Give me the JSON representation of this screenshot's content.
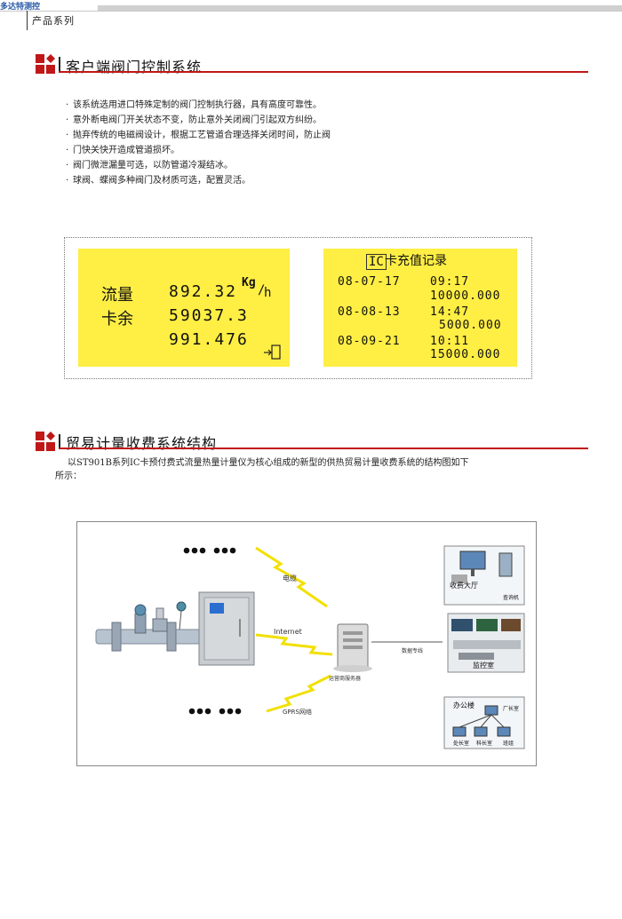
{
  "header": {
    "logo_text": "多达特测控",
    "category": "产品系列"
  },
  "section1": {
    "title": "客户端阀门控制系统",
    "bullets": [
      "该系统选用进口特殊定制的阀门控制执行器，具有高度可靠性。",
      "意外断电阀门开关状态不变，防止意外关闭阀门引起双方纠纷。",
      "抛弃传统的电磁阀设计，根据工艺管道合理选择关闭时间，防止阀",
      "门快关快开造成管道损坏。",
      "阀门微泄漏量可选，以防管道冷凝结冰。",
      "球阀、蝶阀多种阀门及材质可选，配置灵活。"
    ]
  },
  "display_left": {
    "row1_label": "流量",
    "row1_value": "892.32",
    "row1_unit_top": "Kg",
    "row1_unit_bottom": "h",
    "row2_label": "卡余",
    "row2_value": "59037.3",
    "row3_value": "991.476"
  },
  "display_right": {
    "title_prefix": "IC",
    "title_rest": "卡充值记录",
    "records": [
      {
        "date": "08-07-17",
        "time": "09:17",
        "amount": "10000.000"
      },
      {
        "date": "08-08-13",
        "time": "14:47",
        "amount": "5000.000"
      },
      {
        "date": "08-09-21",
        "time": "10:11",
        "amount": "15000.000"
      }
    ]
  },
  "section2": {
    "title": "贸易计量收费系统结构",
    "paragraph_line1": "以ST901B系列IC卡预付费式流量热量计量仪为核心组成的新型的供热贸易计量收费系统的结构图如下",
    "paragraph_line2": "所示："
  },
  "diagram": {
    "label_cable": "电缆",
    "label_internet": "Internet",
    "label_gprs": "GPRS网络",
    "label_server": "运营商服务器",
    "label_dataline": "数据专线",
    "label_fee_hall": "收费大厅",
    "label_kiosk": "查询机",
    "label_monitor": "监控室",
    "label_office": "办公楼",
    "label_director": "厂长室",
    "label_chief": "处长室",
    "label_dept": "科长室",
    "label_team": "班组",
    "dots": "●●●  ●●●"
  },
  "colors": {
    "accent_red": "#c01818",
    "panel_yellow": "#ffee44",
    "cabinet_gray": "#c8ccd0"
  }
}
